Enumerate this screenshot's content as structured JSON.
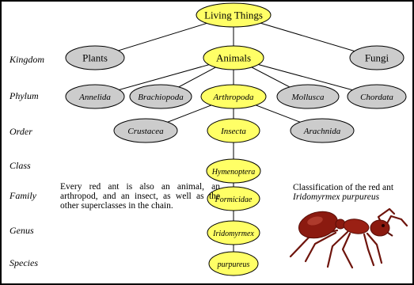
{
  "diagram": {
    "root": {
      "label": "Living Things",
      "color": "#ffff66"
    },
    "ranks": [
      "Kingdom",
      "Phylum",
      "Order",
      "Class",
      "Family",
      "Genus",
      "Species"
    ],
    "kingdoms": [
      {
        "label": "Plants",
        "highlight": false
      },
      {
        "label": "Animals",
        "highlight": true
      },
      {
        "label": "Fungi",
        "highlight": false
      }
    ],
    "phyla": [
      {
        "label": "Annelida",
        "highlight": false
      },
      {
        "label": "Brachiopoda",
        "highlight": false
      },
      {
        "label": "Arthropoda",
        "highlight": true
      },
      {
        "label": "Mollusca",
        "highlight": false
      },
      {
        "label": "Chordata",
        "highlight": false
      }
    ],
    "orders": [
      {
        "label": "Crustacea",
        "highlight": false
      },
      {
        "label": "Insecta",
        "highlight": true
      },
      {
        "label": "Arachnida",
        "highlight": false
      }
    ],
    "chain": {
      "class": "Hymenoptera",
      "family": "Formicidae",
      "genus": "Iridomyrmex",
      "species": "purpureus"
    },
    "colors": {
      "highlight": "#ffff66",
      "normal": "#cccccc",
      "stroke": "#000000"
    }
  },
  "captions": {
    "left": "Every red ant is also an animal, an arthropod, and an insect, as well as the other superclasses in the chain.",
    "right_line1": "Classification of the red ant",
    "right_line2": "Iridomyrmex purpureus"
  },
  "image": {
    "name": "red-ant-illustration",
    "color": "#8b1a10"
  }
}
